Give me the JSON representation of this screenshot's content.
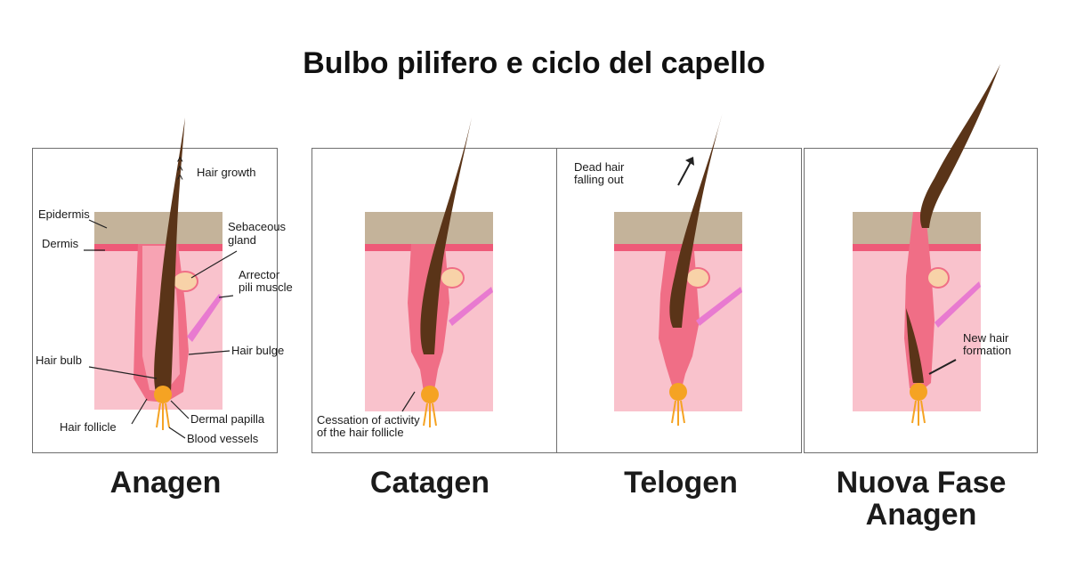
{
  "title": "Bulbo pilifero e ciclo del capello",
  "stages": [
    {
      "name": "Anagen"
    },
    {
      "name": "Catagen"
    },
    {
      "name": "Telogen"
    },
    {
      "name": "Nuova Fase Anagen"
    }
  ],
  "labels": {
    "hair_growth": "Hair growth",
    "epidermis": "Epidermis",
    "dermis": "Dermis",
    "sebaceous_1": "Sebaceous",
    "sebaceous_2": "gland",
    "arrector_1": "Arrector",
    "arrector_2": "pili muscle",
    "hair_bulge": "Hair bulge",
    "hair_bulb": "Hair bulb",
    "hair_follicle": "Hair follicle",
    "dermal_papilla": "Dermal papilla",
    "blood_vessels": "Blood vessels",
    "cessation_1": "Cessation of activity",
    "cessation_2": "of the hair follicle",
    "dead_hair_1": "Dead hair",
    "dead_hair_2": "falling out",
    "new_hair_1": "New hair",
    "new_hair_2": "formation"
  },
  "colors": {
    "epidermis": "#c4b39a",
    "dermis_line": "#ee5a78",
    "dermis_fill": "#f9c2cc",
    "follicle": "#f06e86",
    "hair": "#5a3418",
    "gland": "#f8d2a8",
    "muscle": "#e87ad0",
    "papilla": "#f5a323"
  }
}
